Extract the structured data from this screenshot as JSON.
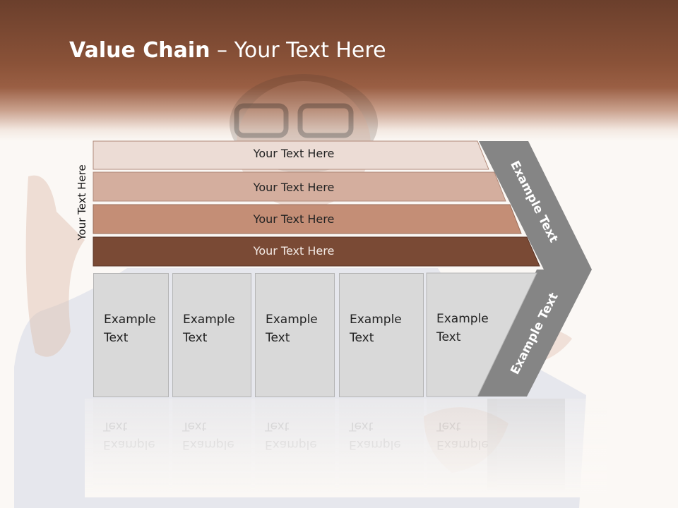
{
  "slide": {
    "title_bold": "Value Chain",
    "title_rest": " – Your Text Here",
    "side_label": "Your Text Here",
    "bars": [
      {
        "label": "Your Text Here",
        "color": "#ecdcd5",
        "text_color": "#222222"
      },
      {
        "label": "Your Text Here",
        "color": "#d4ae9e",
        "text_color": "#222222"
      },
      {
        "label": "Your Text Here",
        "color": "#c48e76",
        "text_color": "#222222"
      },
      {
        "label": "Your Text Here",
        "color": "#7a4a35",
        "text_color": "#f4ebe6"
      }
    ],
    "boxes": [
      {
        "line1": "Example",
        "line2": "Text"
      },
      {
        "line1": "Example",
        "line2": "Text"
      },
      {
        "line1": "Example",
        "line2": "Text"
      },
      {
        "line1": "Example",
        "line2": "Text"
      },
      {
        "line1": "Example",
        "line2": "Text"
      }
    ],
    "chevron_top_label": "Example Text",
    "chevron_bottom_label": "Example Text",
    "colors": {
      "chevron": "#858585",
      "header": "#7a4a35",
      "box": "#d9d9d9"
    }
  }
}
